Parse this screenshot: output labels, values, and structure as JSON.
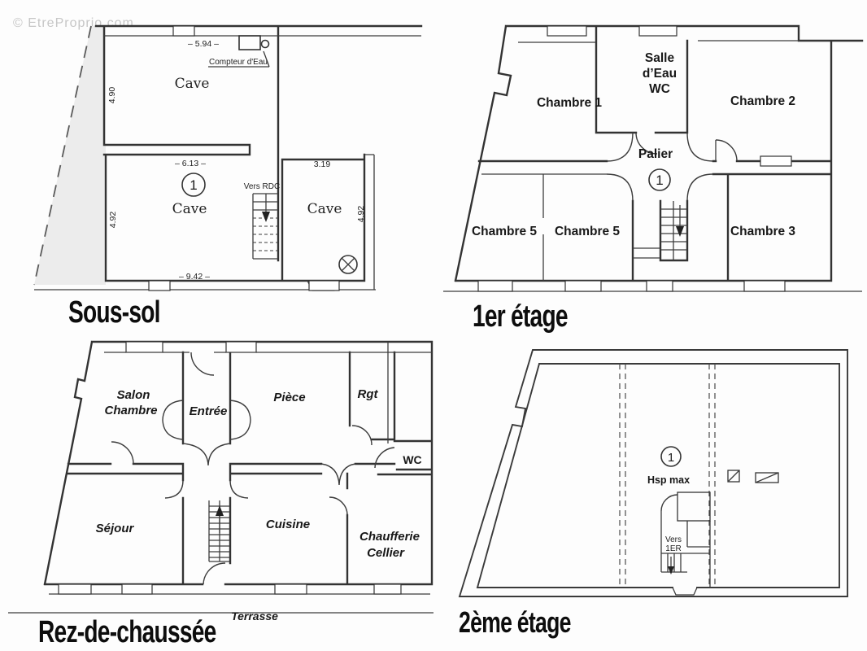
{
  "watermark": "© EtreProprio.com",
  "floors": {
    "sous_sol": {
      "caption": "Sous-sol",
      "rooms": {
        "cave_top": "Cave",
        "cave_left": "Cave",
        "cave_right": "Cave"
      },
      "annotations": {
        "compteur": "Compteur d'Eau",
        "vers_rdc": "Vers RDC",
        "unit_number": "1"
      },
      "dimensions": {
        "width_top": "– 5.94 –",
        "height_top": "4.90",
        "width_mid": "– 6.13 –",
        "width_right": "3.19",
        "height_left": "4.92",
        "height_right": "4.92",
        "width_bottom": "– 9.42 –"
      }
    },
    "premier_etage": {
      "caption": "1er étage",
      "rooms": {
        "chambre_1": "Chambre 1",
        "salle_eau_1": "Salle",
        "salle_eau_2": "d’Eau",
        "salle_eau_3": "WC",
        "chambre_2": "Chambre 2",
        "palier": "Palier",
        "chambre_5a": "Chambre 5",
        "chambre_5b": "Chambre 5",
        "chambre_3": "Chambre 3"
      },
      "annotations": {
        "unit_number": "1"
      }
    },
    "rez_de_chaussee": {
      "caption": "Rez-de-chaussée",
      "rooms": {
        "salon_1": "Salon",
        "salon_2": "Chambre",
        "entree": "Entrée",
        "piece": "Pièce",
        "rgt": "Rgt",
        "wc": "WC",
        "sejour": "Séjour",
        "cuisine": "Cuisine",
        "chaufferie_1": "Chaufferie",
        "chaufferie_2": "Cellier"
      },
      "annotations": {
        "terrasse": "Terrasse"
      }
    },
    "deuxieme_etage": {
      "caption": "2ème étage",
      "annotations": {
        "unit_number": "1",
        "ceiling_height": "Hsp max",
        "vers_1": "Vers",
        "vers_2": "1ER"
      }
    }
  },
  "colors": {
    "line": "#333333",
    "caption": "#0d0d0d",
    "parcel_shading": "#ececec",
    "watermark": "#c6c6c6",
    "background": "#fdfdfd"
  }
}
